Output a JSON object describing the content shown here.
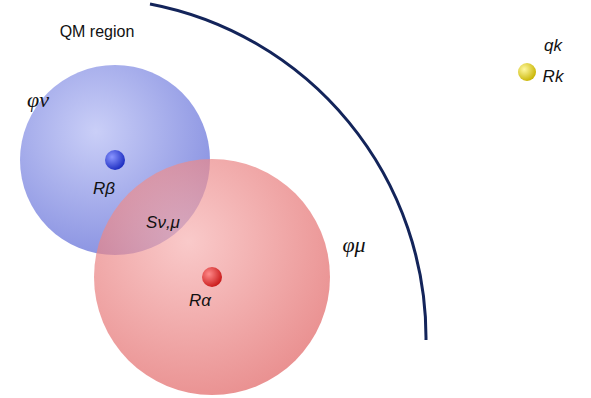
{
  "diagram": {
    "nodes": [
      {
        "text": [
          "φν",
          "Rβ"
        ]
      },
      {
        "text": [
          "φμ",
          "Rα"
        ]
      }
    ],
    "labels": [
      "QM region",
      "Sν,μ",
      "qk",
      "Rk"
    ]
  }
}
